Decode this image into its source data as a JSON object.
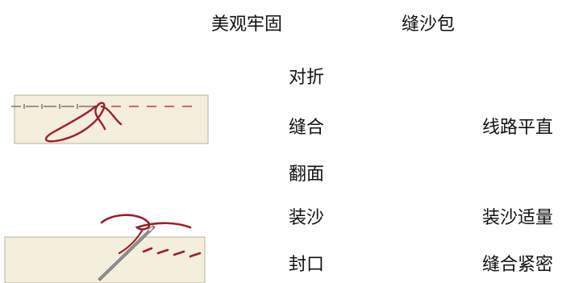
{
  "header": {
    "motto": "美观牢固",
    "topic": "缝沙包"
  },
  "steps": [
    {
      "label": "对折",
      "note": ""
    },
    {
      "label": "缝合",
      "note": "线路平直"
    },
    {
      "label": "翻面",
      "note": ""
    },
    {
      "label": "装沙",
      "note": "装沙适量"
    },
    {
      "label": "封口",
      "note": "缝合紧密"
    }
  ],
  "colors": {
    "fabric": "#f4eedc",
    "fabric_edge": "#b9b09a",
    "thread": "#9b1f2a",
    "needle": "#9a9a9a"
  },
  "illustrations": [
    {
      "name": "running-stitch-illustration"
    },
    {
      "name": "needle-stitch-illustration"
    }
  ]
}
